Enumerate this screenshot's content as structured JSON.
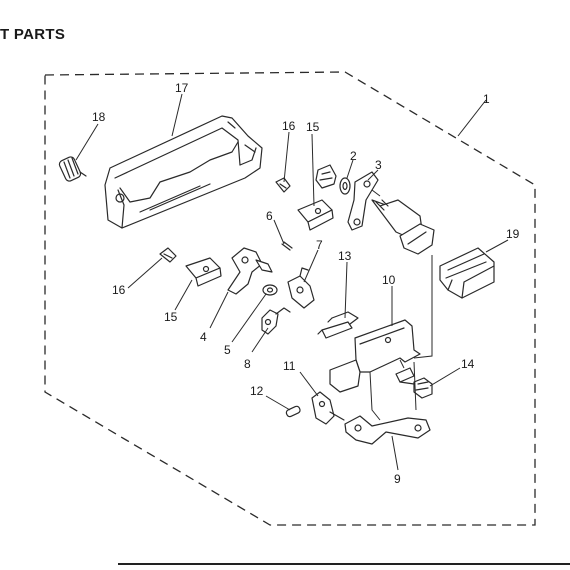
{
  "title": "T PARTS",
  "parts": [
    {
      "id": "part-1",
      "number": "1"
    },
    {
      "id": "part-2",
      "number": "2"
    },
    {
      "id": "part-3",
      "number": "3"
    },
    {
      "id": "part-4",
      "number": "4"
    },
    {
      "id": "part-5",
      "number": "5"
    },
    {
      "id": "part-6",
      "number": "6"
    },
    {
      "id": "part-7",
      "number": "7"
    },
    {
      "id": "part-8",
      "number": "8"
    },
    {
      "id": "part-9",
      "number": "9"
    },
    {
      "id": "part-10",
      "number": "10"
    },
    {
      "id": "part-11",
      "number": "11"
    },
    {
      "id": "part-12",
      "number": "12"
    },
    {
      "id": "part-13",
      "number": "13"
    },
    {
      "id": "part-14",
      "number": "14"
    },
    {
      "id": "part-15a",
      "number": "15"
    },
    {
      "id": "part-15b",
      "number": "15"
    },
    {
      "id": "part-16a",
      "number": "16"
    },
    {
      "id": "part-16b",
      "number": "16"
    },
    {
      "id": "part-17",
      "number": "17"
    },
    {
      "id": "part-18",
      "number": "18"
    },
    {
      "id": "part-19",
      "number": "19"
    }
  ]
}
